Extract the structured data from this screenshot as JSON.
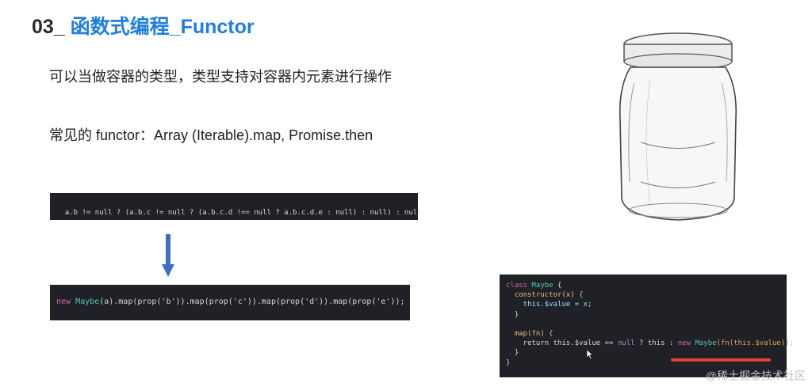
{
  "title": {
    "number": "03_",
    "text": "函数式编程_Functor"
  },
  "line1": "可以当做容器的类型，类型支持对容器内元素进行操作",
  "line2": "常见的 functor：Array (Iterable).map, Promise.then",
  "code_null_check": "a.b != null ? (a.b.c != null ? (a.b.c.d !== null ? a.b.c.d.e : null) : null) : null",
  "code_maybe_chain": {
    "prefix_kw": "new",
    "cls": "Maybe",
    "rest": "(a).map(prop('b')).map(prop('c')).map(prop('d')).map(prop('e'));"
  },
  "code_class": {
    "l1_kw": "class",
    "l1_name": "Maybe",
    "l1_end": " {",
    "l2": "  constructor(x) {",
    "l3": "    this.$value = x;",
    "l4": "  }",
    "l5": "",
    "l6": "  map(fn) {",
    "l7_a": "    return this.$value == ",
    "l7_null": "null",
    "l7_b": " ? this : ",
    "l7_new": "new",
    "l7_cls": " Maybe",
    "l7_c": "(fn(this.$value));",
    "l8": "  }",
    "l9": "}"
  },
  "watermark": "@稀土掘金技术社区",
  "colors": {
    "title_accent": "#1f7ee0",
    "arrow": "#3b6fc4",
    "underline": "#e0443a",
    "code_bg": "#1f2127"
  },
  "icons": {
    "arrow": "arrow-down-icon",
    "jar": "mason-jar-illustration",
    "cursor": "mouse-cursor-icon"
  }
}
